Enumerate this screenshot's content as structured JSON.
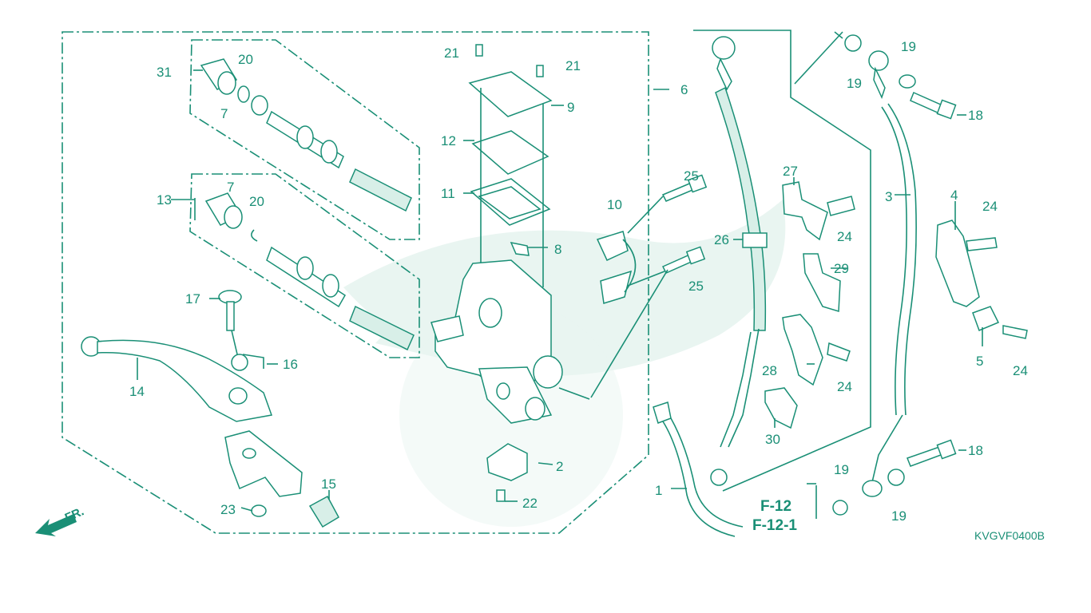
{
  "diagram_code": "KVGVF0400B",
  "direction_label": "FR.",
  "reference_labels": [
    "F-12",
    "F-12-1"
  ],
  "callouts": [
    "1",
    "2",
    "3",
    "4",
    "5",
    "6",
    "7",
    "7",
    "8",
    "9",
    "10",
    "11",
    "12",
    "13",
    "14",
    "15",
    "16",
    "17",
    "18",
    "18",
    "19",
    "19",
    "19",
    "19",
    "20",
    "20",
    "21",
    "21",
    "22",
    "23",
    "24",
    "24",
    "24",
    "24",
    "25",
    "25",
    "26",
    "27",
    "28",
    "29",
    "30",
    "31"
  ],
  "colors": {
    "line": "#1a8f76",
    "watermark": "#e9f5f1",
    "background": "#ffffff"
  }
}
